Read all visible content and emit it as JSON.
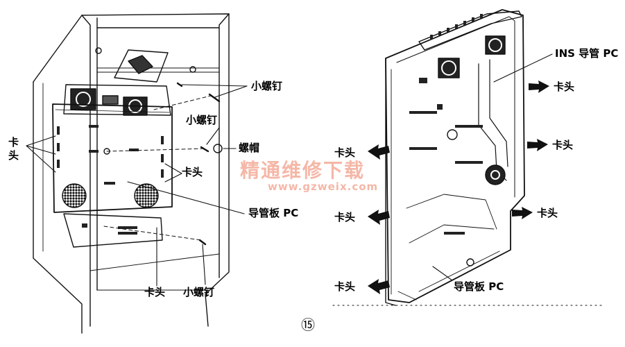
{
  "figure_number": "⑮",
  "watermark": {
    "cn": "精通维修下载",
    "url": "www.gzweix.com"
  },
  "left_diagram": {
    "labels": {
      "small_screw_top": "小螺钉",
      "small_screw_mid": "小螺钉",
      "nut": "螺帽",
      "clip_left": "卡\n头",
      "clip_right": "卡头",
      "duct_plate": "导管板 PC",
      "clip_bottom": "卡头",
      "small_screw_bottom": "小螺钉"
    }
  },
  "right_diagram": {
    "labels": {
      "ins_duct": "INS 导管 PC",
      "clip_r1": "卡头",
      "clip_r2": "卡头",
      "clip_r3": "卡头",
      "clip_l1": "卡头",
      "clip_l2": "卡头",
      "clip_l3": "卡头",
      "duct_plate": "导管板 PC"
    }
  }
}
